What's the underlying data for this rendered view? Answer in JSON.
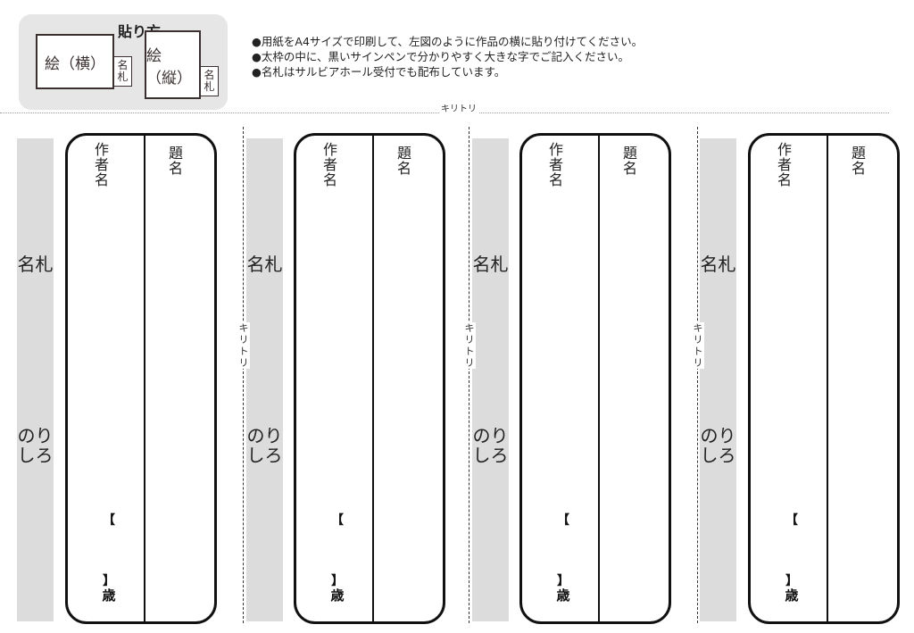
{
  "howto": {
    "title": "貼り方",
    "landscape_label": "絵（横）",
    "portrait_label": "絵（縦）",
    "tag_label": "名札"
  },
  "instructions": [
    "●用紙をA4サイズで印刷して、左図のように作品の横に貼り付けてください。",
    "●太枠の中に、黒いサインペンで分かりやすく大きな字でご記入ください。",
    "●名札はサルビアホール受付でも配布しています。"
  ],
  "cut_label": "キリトリ",
  "glue": {
    "tag_label": "名札",
    "paste_label": "のりしろ"
  },
  "card": {
    "author_label": "作者名",
    "title_label": "題名",
    "bracket_open": "【",
    "bracket_close": "】",
    "age_label": "歳"
  }
}
